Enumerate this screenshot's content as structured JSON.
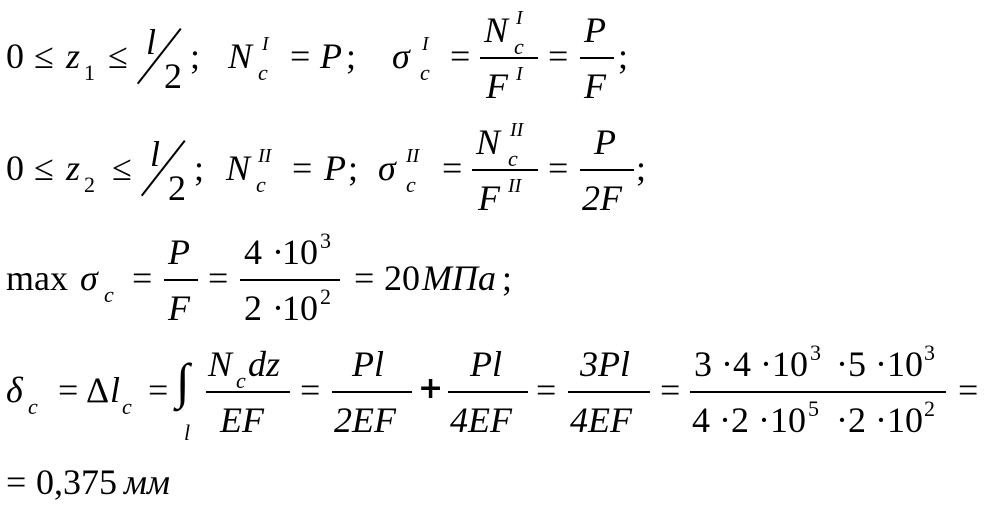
{
  "line1": {
    "zero": "0",
    "le1": "≤",
    "z": "z",
    "z_sub": "1",
    "le2": "≤",
    "l": "l",
    "two": "2",
    "semi1": ";",
    "N": "N",
    "N_sub": "c",
    "N_sup": "I",
    "eq1": "=",
    "P": "P",
    "semi2": ";",
    "sigma": "σ",
    "sigma_sub": "c",
    "sigma_sup": "I",
    "eq2": "=",
    "frac1_num_N": "N",
    "frac1_num_sub": "c",
    "frac1_num_sup": "I",
    "frac1_den_F": "F",
    "frac1_den_sup": "I",
    "eq3": "=",
    "frac2_num": "P",
    "frac2_den": "F",
    "semi3": ";"
  },
  "line2": {
    "zero": "0",
    "le1": "≤",
    "z": "z",
    "z_sub": "2",
    "le2": "≤",
    "l": "l",
    "two": "2",
    "semi1": ";",
    "N": "N",
    "N_sub": "c",
    "N_sup": "II",
    "eq1": "=",
    "P": "P",
    "semi2": ";",
    "sigma": "σ",
    "sigma_sub": "c",
    "sigma_sup": "II",
    "eq2": "=",
    "frac1_num_N": "N",
    "frac1_num_sub": "c",
    "frac1_num_sup": "II",
    "frac1_den_F": "F",
    "frac1_den_sup": "II",
    "eq3": "=",
    "frac2_num": "P",
    "frac2_den": "2F",
    "semi3": ";"
  },
  "line3": {
    "max": "max",
    "sigma": "σ",
    "sigma_sub": "c",
    "eq1": "=",
    "frac1_num": "P",
    "frac1_den": "F",
    "eq2": "=",
    "frac2_num_a": "4",
    "frac2_num_dot": "·",
    "frac2_num_b": "10",
    "frac2_num_exp": "3",
    "frac2_den_a": "2",
    "frac2_den_dot": "·",
    "frac2_den_b": "10",
    "frac2_den_exp": "2",
    "eq3": "=",
    "result": "20",
    "unit": "МПа",
    "semi": ";"
  },
  "line4": {
    "delta": "δ",
    "delta_sub": "c",
    "eq1": "=",
    "Delta": "Δ",
    "l": "l",
    "l_sub": "c",
    "eq2": "=",
    "int": "∫",
    "int_lower": "l",
    "f1_num_N": "N",
    "f1_num_sub": "c",
    "f1_num_dz": "dz",
    "f1_den": "EF",
    "eq3": "=",
    "f2_num": "Pl",
    "f2_den": "2EF",
    "plus": "+",
    "f3_num": "Pl",
    "f3_den": "4EF",
    "eq4": "=",
    "f4_num": "3Pl",
    "f4_den": "4EF",
    "eq5": "=",
    "f5_num": "3 ·4 ·10",
    "f5_num_exp1": "3",
    "f5_num_b": "·5 ·10",
    "f5_num_exp2": "3",
    "f5_den": "4 ·2 ·10",
    "f5_den_exp1": "5",
    "f5_den_b": "·2 ·10",
    "f5_den_exp2": "2",
    "eq6": "="
  },
  "line5": {
    "eq": "=",
    "value": "0,375",
    "unit": "мм"
  }
}
